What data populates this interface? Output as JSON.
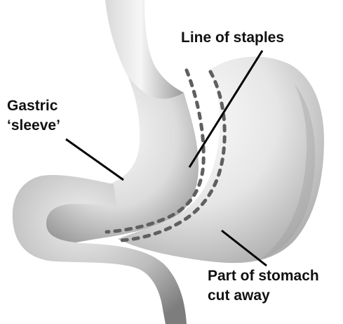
{
  "diagram": {
    "labels": {
      "staples": "Line of staples",
      "sleeve_line1": "Gastric",
      "sleeve_line2": "‘sleeve’",
      "cutaway_line1": "Part of stomach",
      "cutaway_line2": "cut away"
    },
    "colors": {
      "background": "#ffffff",
      "label_text": "#111111",
      "pointer_line": "#000000",
      "staple": "#5f5f5f",
      "tissue_light": "#f4f4f4",
      "tissue_shadow": "#8c8c8c"
    }
  }
}
